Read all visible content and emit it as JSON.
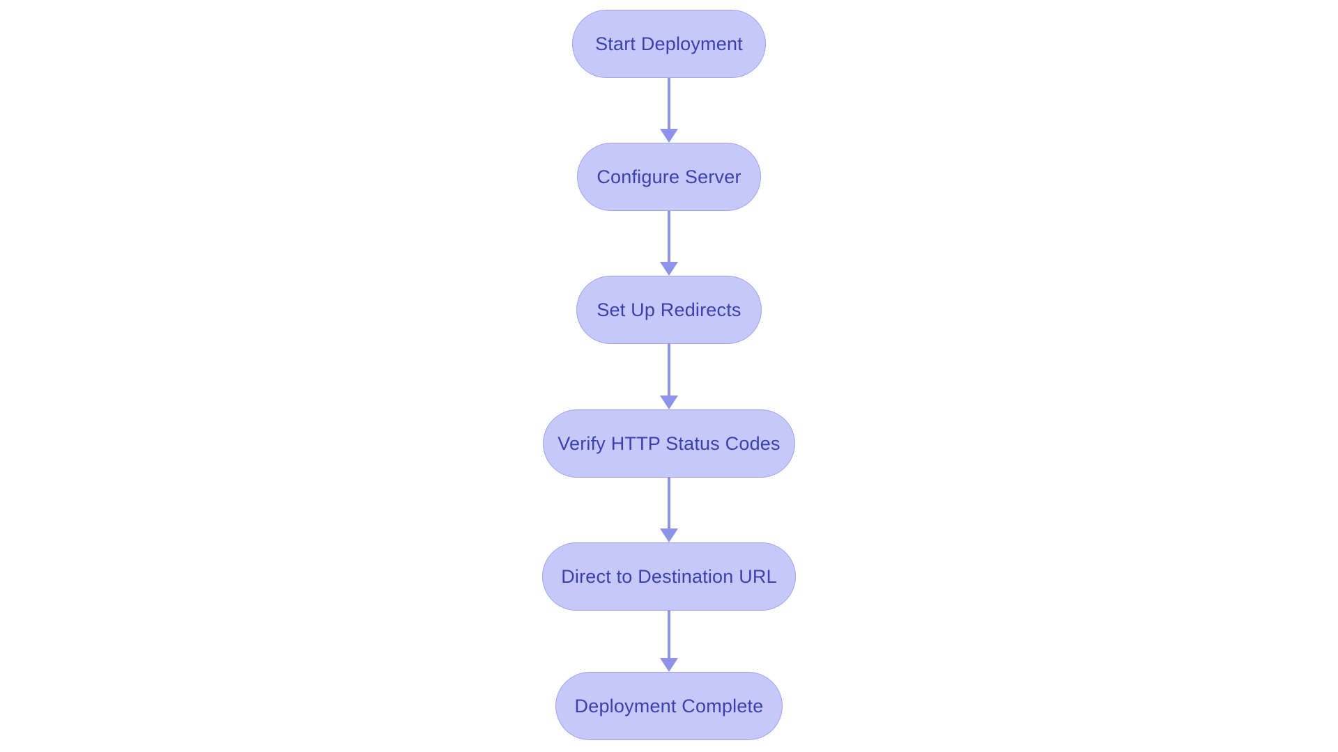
{
  "diagram": {
    "type": "flowchart",
    "direction": "top-down",
    "nodes": [
      {
        "id": "start",
        "label": "Start Deployment"
      },
      {
        "id": "configure",
        "label": "Configure Server"
      },
      {
        "id": "redirects",
        "label": "Set Up Redirects"
      },
      {
        "id": "verify",
        "label": "Verify HTTP Status Codes"
      },
      {
        "id": "direct",
        "label": "Direct to Destination URL"
      },
      {
        "id": "complete",
        "label": "Deployment Complete"
      }
    ],
    "edges": [
      {
        "from": "Start Deployment",
        "to": "Configure Server"
      },
      {
        "from": "Configure Server",
        "to": "Set Up Redirects"
      },
      {
        "from": "Set Up Redirects",
        "to": "Verify HTTP Status Codes"
      },
      {
        "from": "Verify HTTP Status Codes",
        "to": "Direct to Destination URL"
      },
      {
        "from": "Direct to Destination URL",
        "to": "Deployment Complete"
      }
    ],
    "colors": {
      "node_fill": "#c6c9f8",
      "node_border": "#9da3ef",
      "node_text": "#3b40af",
      "arrow": "#8e93e9",
      "background": "#ffffff"
    }
  }
}
